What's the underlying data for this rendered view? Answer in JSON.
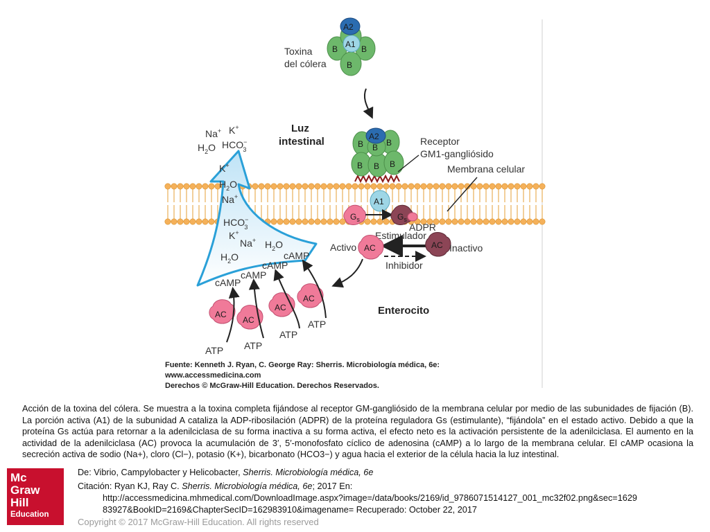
{
  "diagram": {
    "toxin_label": [
      "Toxina",
      "del cólera"
    ],
    "subunit_a2": "A2",
    "subunit_a1": "A1",
    "subunit_b": "B",
    "receptor_label": [
      "Receptor",
      "GM1-gangliósido"
    ],
    "membrane_label": "Membrana celular",
    "lumen_label": [
      "Luz",
      "intestinal"
    ],
    "enterocyte_label": "Enterocito",
    "gs": "G",
    "gs_sub": "s",
    "adpr": "ADPR",
    "stimulator": "Estimulador",
    "inhibitor": "Inhibidor",
    "active": "Activo",
    "inactive": "Inactivo",
    "ac": "AC",
    "camp": "cAMP",
    "atp": "ATP",
    "ions": {
      "na": "Na",
      "k": "K",
      "plus": "+",
      "hco": "HCO",
      "hco_sub": "3",
      "hco_sup": "−",
      "h2o_h": "H",
      "h2o_sub": "2",
      "h2o_o": "O"
    },
    "credit_lines": [
      "Fuente: Kenneth J. Ryan, C. George Ray: Sherris. Microbiología médica, 6e:",
      "www.accessmedicina.com",
      "Derechos © McGraw-Hill Education. Derechos Reservados."
    ]
  },
  "caption": "Acción de la toxina del cólera. Se muestra a la toxina completa fijándose al receptor GM-gangliósido de la membrana celular por medio de las subunidades de fijación (B). La porción activa (A1) de la subunidad A cataliza la ADP-ribosilación (ADPR) de la proteína reguladora Gs (estimulante), “fijándola” en el estado activo. Debido a que la proteína Gs actúa para retornar a la adenilciclasa de su forma inactiva a su forma activa, el efecto neto es la activación persistente de la adenilciclasa. El aumento en la actividad de la adenilciclasa (AC) provoca la acumulación de 3′, 5′-monofosfato cíclico de adenosina (cAMP) a lo largo de la membrana celular. El cAMP ocasiona la secreción activa de sodio (Na+), cloro (Cl−), potasio (K+), bicarbonato (HCO3−) y agua hacia el exterior de la célula hacia la luz intestinal.",
  "source": {
    "from_prefix": "De: ",
    "from_title": "Vibrio, Campylobacter y Helicobacter, ",
    "from_book": "Sherris. Microbiología médica, 6e",
    "citation_prefix": "Citación: Ryan KJ, Ray C. ",
    "citation_book": "Sherris. Microbiología médica, 6e",
    "citation_suffix": "; 2017 En:",
    "url_line1": "http://accessmedicina.mhmedical.com/DownloadImage.aspx?image=/data/books/2169/id_9786071514127_001_mc32f02.png&sec=1629",
    "url_line2": "83927&BookID=2169&ChapterSecID=162983910&imagename= Recuperado: October 22, 2017"
  },
  "logo": {
    "lines": [
      "Mc",
      "Graw",
      "Hill",
      "Education"
    ]
  },
  "copyright": "Copyright © 2017 McGraw-Hill Education. All rights reserved",
  "colors": {
    "b_subunit": "#6db86b",
    "a2_subunit": "#2b6cb0",
    "a1_subunit": "#9ed6e6",
    "ac_active": "#f07a99",
    "ac_inactive": "#8c4556",
    "membrane_head": "#f5b15a",
    "membrane_tail": "#f2cf9a",
    "arrow_fill": "#cfe9f7",
    "arrow_edge": "#2aa0d8",
    "logo_red": "#c8102e"
  }
}
